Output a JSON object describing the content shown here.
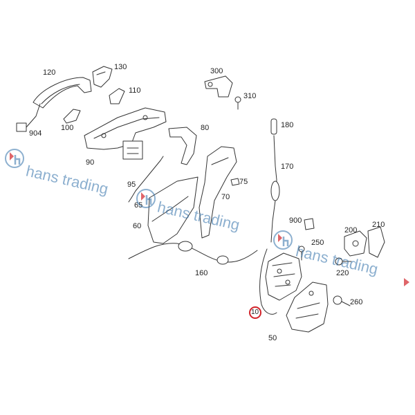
{
  "diagram": {
    "part_labels": {
      "p120": "120",
      "p130": "130",
      "p110": "110",
      "p100": "100",
      "p904": "904",
      "p90": "90",
      "p95": "95",
      "p80": "80",
      "p70": "70",
      "p75": "75",
      "p65": "65",
      "p60": "60",
      "p160": "160",
      "p300": "300",
      "p310": "310",
      "p180": "180",
      "p170": "170",
      "p900": "900",
      "p250": "250",
      "p200": "200",
      "p210": "210",
      "p220": "220",
      "p260": "260",
      "p10": "10",
      "p50": "50"
    },
    "highlighted_part": "10",
    "highlight_color": "#d2232a",
    "line_color": "#333333"
  },
  "watermark": {
    "text": "hans trading",
    "color": "#2f6fa8",
    "logo_accent": "#d2232a"
  }
}
